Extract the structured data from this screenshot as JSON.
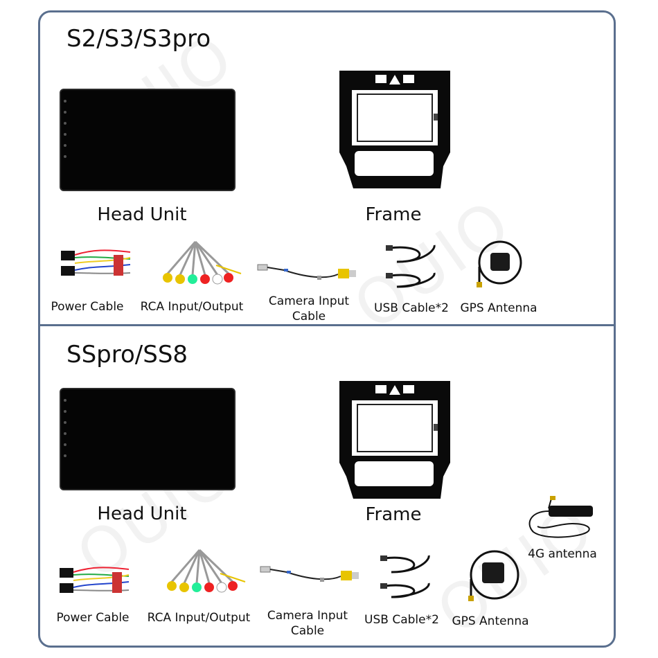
{
  "sections": [
    {
      "title": "S2/S3/S3pro",
      "head_unit_label": "Head Unit",
      "frame_label": "Frame",
      "accessories": [
        {
          "label": "Power Cable",
          "icon": "power-cable"
        },
        {
          "label": "RCA Input/Output",
          "icon": "rca-cable"
        },
        {
          "label": "Camera Input Cable",
          "icon": "camera-cable"
        },
        {
          "label": "USB Cable*2",
          "icon": "usb-cable"
        },
        {
          "label": "GPS Antenna",
          "icon": "gps-antenna"
        }
      ]
    },
    {
      "title": "SSpro/SS8",
      "head_unit_label": "Head Unit",
      "frame_label": "Frame",
      "accessories": [
        {
          "label": "Power Cable",
          "icon": "power-cable"
        },
        {
          "label": "RCA Input/Output",
          "icon": "rca-cable"
        },
        {
          "label": "Camera Input Cable",
          "icon": "camera-cable"
        },
        {
          "label": "USB Cable*2",
          "icon": "usb-cable"
        },
        {
          "label": "GPS Antenna",
          "icon": "gps-antenna"
        },
        {
          "label": "4G antenna",
          "icon": "4g-antenna"
        }
      ]
    }
  ],
  "watermark": "OUIO",
  "colors": {
    "border": "#5a6f8e",
    "screen": "#050505"
  }
}
